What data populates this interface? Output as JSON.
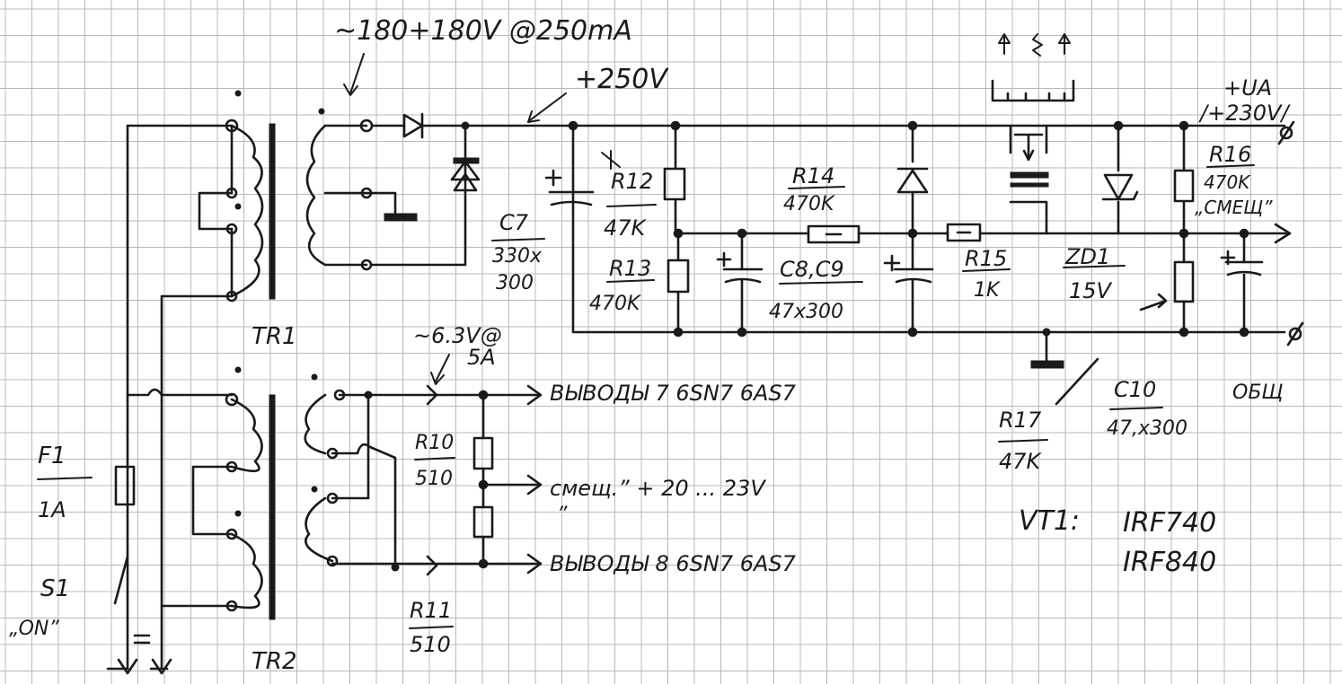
{
  "labels": {
    "ac_high": "~180+180V @250mA",
    "dc_250": "+250V",
    "plus_ua": "+UA",
    "plus_230": "/+230V/",
    "tr1": "TR1",
    "tr2": "TR2",
    "f1": "F1",
    "f1_val": "1A",
    "s1": "S1",
    "s1_on": "„ON”",
    "c7": "C7",
    "c7_val": "330x",
    "c7_val2": "300",
    "r12": "R12",
    "r12_val": "47K",
    "r13": "R13",
    "r13_val": "470K",
    "r14": "R14",
    "r14_val": "470K",
    "c8c9": "C8,C9",
    "c8c9_val": "47x300",
    "r15": "R15",
    "r15_val": "1K",
    "zd1": "ZD1",
    "zd1_val": "15V",
    "r16": "R16",
    "r16_val": "470K",
    "bias_top": "„СМЕЩ”",
    "c10": "C10",
    "c10_val": "47,x300",
    "r17": "R17",
    "r17_val": "47K",
    "common": "ОБЩ",
    "ac_low": "~6.3V@",
    "ac_low_amp": "5A",
    "pins7": "ВЫВОДЫ 7  6SN7  6AS7",
    "r10": "R10",
    "r10_val": "510",
    "bias_mid": "смещ.”  + 20 ... 23V",
    "quote_mark": "”",
    "pins8": "ВЫВОДЫ 8  6SN7  6AS7",
    "r11": "R11",
    "r11_val": "510",
    "vt1": "VT1:",
    "vt1_a": "IRF740",
    "vt1_b": "IRF840"
  }
}
